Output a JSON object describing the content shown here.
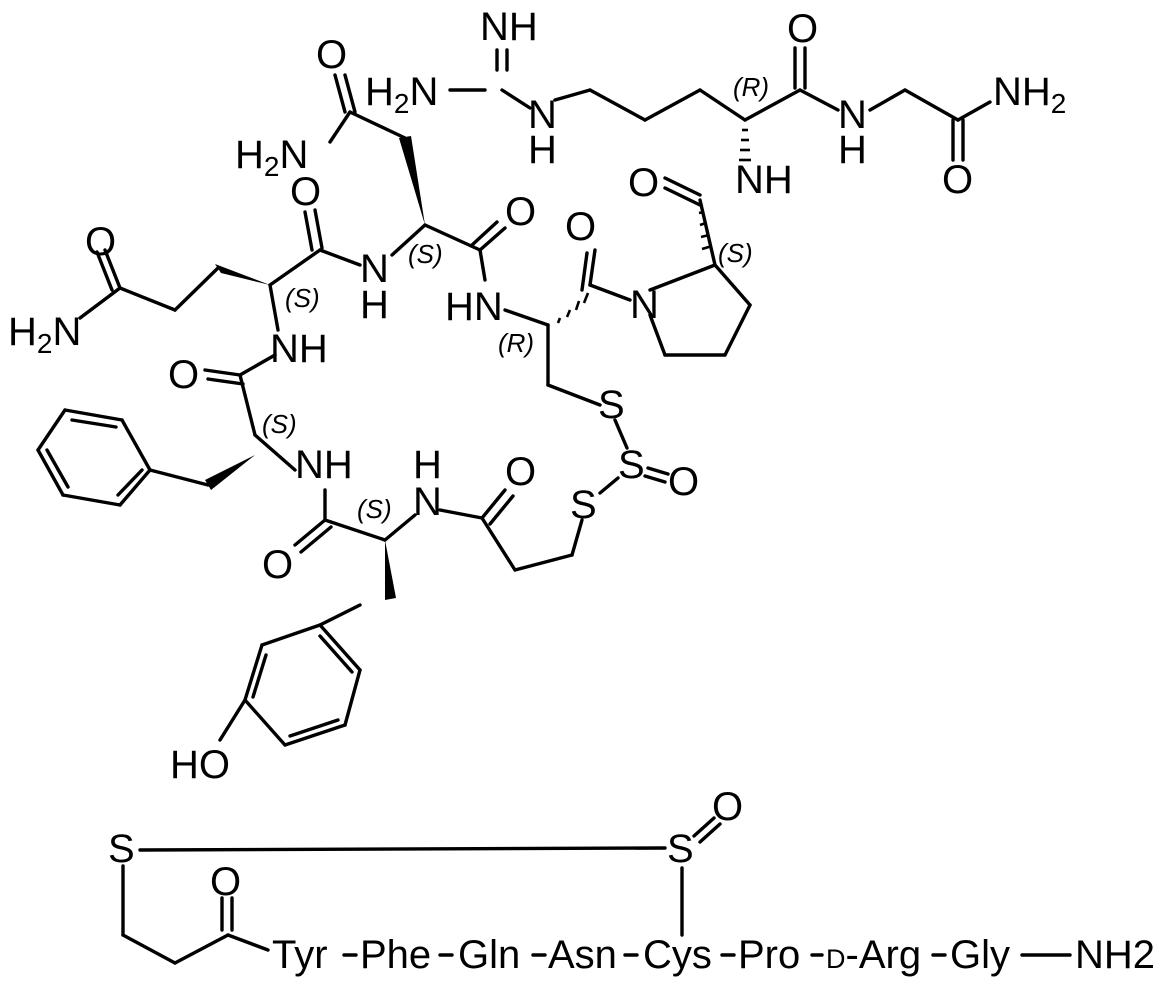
{
  "structure": {
    "atoms": {
      "nh_imine": "NH",
      "h2n_guan": "H2N",
      "n_guan": "N",
      "h_guan": "H",
      "o_arg": "O",
      "nh_gly": "N",
      "h_gly": "H",
      "nh2_gly": "NH2",
      "o_gly": "O",
      "o_asn_side": "O",
      "h2n_asn_side": "H2N",
      "o_gln_co": "O",
      "o_asn_co": "O",
      "o_gln_side": "O",
      "h2n_gln_side": "H2N",
      "nh_asn": "N",
      "h_asn": "H",
      "o_pro_side": "O",
      "nh_arg": "NH",
      "o_cys_co": "O",
      "hn_cys": "HN",
      "n_pro": "N",
      "nh_gln": "NH",
      "o_phe_co": "O",
      "s_cys": "S",
      "nh_phe": "NH",
      "h_tyr": "H",
      "n_tyr": "N",
      "o_mpa": "O",
      "s_sulfinyl": "S",
      "o_sulfinyl": "O",
      "s_mpa": "S",
      "o_tyr_co": "O",
      "ho_tyr": "HO"
    },
    "stereo": {
      "arg": "(R)",
      "pro": "(S)",
      "asn": "(S)",
      "gln": "(S)",
      "cys": "(R)",
      "phe": "(S)",
      "tyr": "(S)"
    }
  },
  "sequence": {
    "s_left": "S",
    "s_right": "S",
    "o_sulfoxide": "O",
    "o_carbonyl": "O",
    "residues": [
      "Tyr",
      "Phe",
      "Gln",
      "Asn",
      "Cys",
      "Pro",
      "D-Arg",
      "Gly"
    ],
    "d_prefix": "D",
    "arg_rest": "-Arg",
    "terminal": "NH2"
  }
}
